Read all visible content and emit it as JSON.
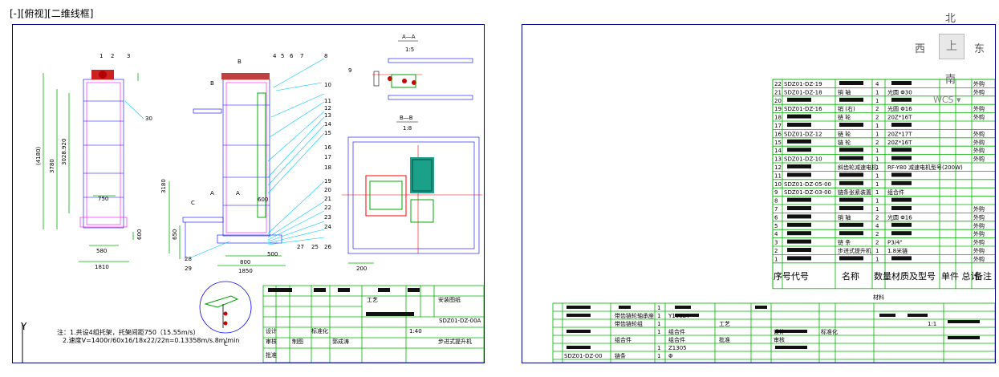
{
  "viewport_label": "[-][俯视][二维线框]",
  "viewcube": {
    "north": "北",
    "south": "南",
    "east": "东",
    "west": "西",
    "top": "上",
    "wcs": "WCS"
  },
  "left_sheet": {
    "section_a_title": "A—A",
    "section_a_scale": "1:5",
    "section_b_title": "B—B",
    "section_b_scale": "1:8",
    "dims": {
      "d1": "(4180)",
      "d2": "3780",
      "d3": "3028.920",
      "d4": "1810",
      "d5": "580",
      "d6": "600",
      "d7": "1850",
      "d8": "800",
      "d9": "500",
      "d10": "200",
      "d11": "750",
      "d12": "3180",
      "d13": "650",
      "d14": "600"
    },
    "leaders": [
      "1",
      "2",
      "3",
      "4",
      "5",
      "6",
      "7",
      "8",
      "9",
      "10",
      "11",
      "12",
      "13",
      "14",
      "15",
      "16",
      "17",
      "18",
      "19",
      "20",
      "21",
      "22",
      "23",
      "24",
      "25",
      "26",
      "27",
      "28",
      "29",
      "30"
    ],
    "view_marks": {
      "a": "A",
      "b": "B",
      "c": "C",
      "c_detail": "C"
    },
    "notes": [
      "注：1.共设4组托架，托架间距750（15.55m/s）",
      "2.速度V=1400r/60x16/18x22/22π=0.13358m/s.8m/min"
    ],
    "title_block": {
      "drawing_no": "SDZ01-DZ-00A",
      "scale": "1:40",
      "drawing_name": "步进式提升机",
      "design_label": "设计",
      "review_label": "审核",
      "approve_label": "批准",
      "std_label": "标准化",
      "proc_label": "工艺",
      "maker": "制图",
      "drafter": "郭成涛",
      "install": "安装图纸"
    }
  },
  "bom_header": {
    "seq": "序号",
    "code": "代号",
    "name": "名称",
    "qty": "数量",
    "material": "材质及型号",
    "weight": "单件 总计",
    "remark": "备注",
    "mat_label": "材料"
  },
  "bom_rows": [
    {
      "no": "22",
      "code": "SDZ01-DZ-19",
      "qty": "4",
      "remark": "外购"
    },
    {
      "no": "21",
      "code": "SDZ01-DZ-18",
      "name": "销  轴",
      "qty": "1",
      "mat": "光圆 Φ30",
      "remark": "外购"
    },
    {
      "no": "20",
      "code": "",
      "name": "",
      "qty": "1",
      "mat": "",
      "remark": ""
    },
    {
      "no": "19",
      "code": "SDZ01-DZ-16",
      "name": "销 (右)",
      "qty": "2",
      "mat": "光圆 Φ16",
      "remark": "外购"
    },
    {
      "no": "18",
      "code": "",
      "name": "链  轮",
      "qty": "2",
      "mat": "20Z*16T",
      "remark": "外购"
    },
    {
      "no": "17",
      "code": "",
      "name": "",
      "qty": "1",
      "mat": "",
      "remark": ""
    },
    {
      "no": "16",
      "code": "SDZ01-DZ-12",
      "name": "链  轮",
      "qty": "1",
      "mat": "20Z*17T",
      "remark": "外购"
    },
    {
      "no": "15",
      "code": "",
      "name": "链  轮",
      "qty": "2",
      "mat": "20Z*16T",
      "remark": "外购"
    },
    {
      "no": "14",
      "code": "",
      "name": "",
      "qty": "1",
      "mat": "",
      "remark": "外购"
    },
    {
      "no": "13",
      "code": "SDZ01-DZ-10",
      "name": "",
      "qty": "1",
      "mat": "",
      "remark": "外购"
    },
    {
      "no": "12",
      "code": "",
      "name": "斜齿轮减速电机",
      "qty": "1",
      "mat": "RF-Y80 减速电机型号(200W)",
      "remark": ""
    },
    {
      "no": "11",
      "code": "",
      "name": "",
      "qty": "1",
      "mat": "",
      "remark": ""
    },
    {
      "no": "10",
      "code": "SDZ01-DZ-05-00",
      "name": "",
      "qty": "1",
      "mat": "",
      "remark": ""
    },
    {
      "no": "9",
      "code": "SDZ01-DZ-03-00",
      "name": "链条张紧装置",
      "qty": "1",
      "mat": "组合件",
      "remark": ""
    },
    {
      "no": "8",
      "code": "",
      "name": "",
      "qty": "1",
      "mat": "",
      "remark": ""
    },
    {
      "no": "7",
      "code": "",
      "name": "",
      "qty": "1",
      "mat": "",
      "remark": "外购"
    },
    {
      "no": "6",
      "code": "",
      "name": "销 轴",
      "qty": "2",
      "mat": "光圆 Φ16",
      "remark": "外购"
    },
    {
      "no": "5",
      "code": "",
      "name": "",
      "qty": "4",
      "mat": "",
      "remark": "外购"
    },
    {
      "no": "4",
      "code": "",
      "name": "",
      "qty": "2",
      "mat": "",
      "remark": "外购"
    },
    {
      "no": "3",
      "code": "",
      "name": "链  条",
      "qty": "2",
      "mat": "P3/4\"",
      "remark": "外购"
    },
    {
      "no": "2",
      "code": "",
      "name": "步进式提升机",
      "qty": "1",
      "mat": "1.8米链",
      "remark": "外购"
    },
    {
      "no": "1",
      "code": "",
      "name": "",
      "qty": "1",
      "mat": "",
      "remark": "外购"
    }
  ],
  "right_title_block": {
    "scale": "1:1",
    "process_label": "工艺",
    "approve_label": "批准",
    "design_label": "设计",
    "review_label": "审核",
    "std_label": "标准化",
    "row_labels": [
      "带齿链轮轴承座",
      "带齿链轮组",
      "组合件",
      "链条"
    ],
    "code_labels": [
      "SDZ01-DZ-00"
    ],
    "qty_labels": [
      "1",
      "1",
      "1",
      "1",
      "1",
      "1"
    ],
    "mat_labels": [
      "Y100L4",
      "组合件",
      "组合件",
      "Z1305",
      "Φ"
    ]
  },
  "colors": {
    "frame": "#00008b",
    "green": "#00b000",
    "blue": "#0000ff",
    "cyan": "#00c8ff",
    "red": "#ff0000"
  }
}
